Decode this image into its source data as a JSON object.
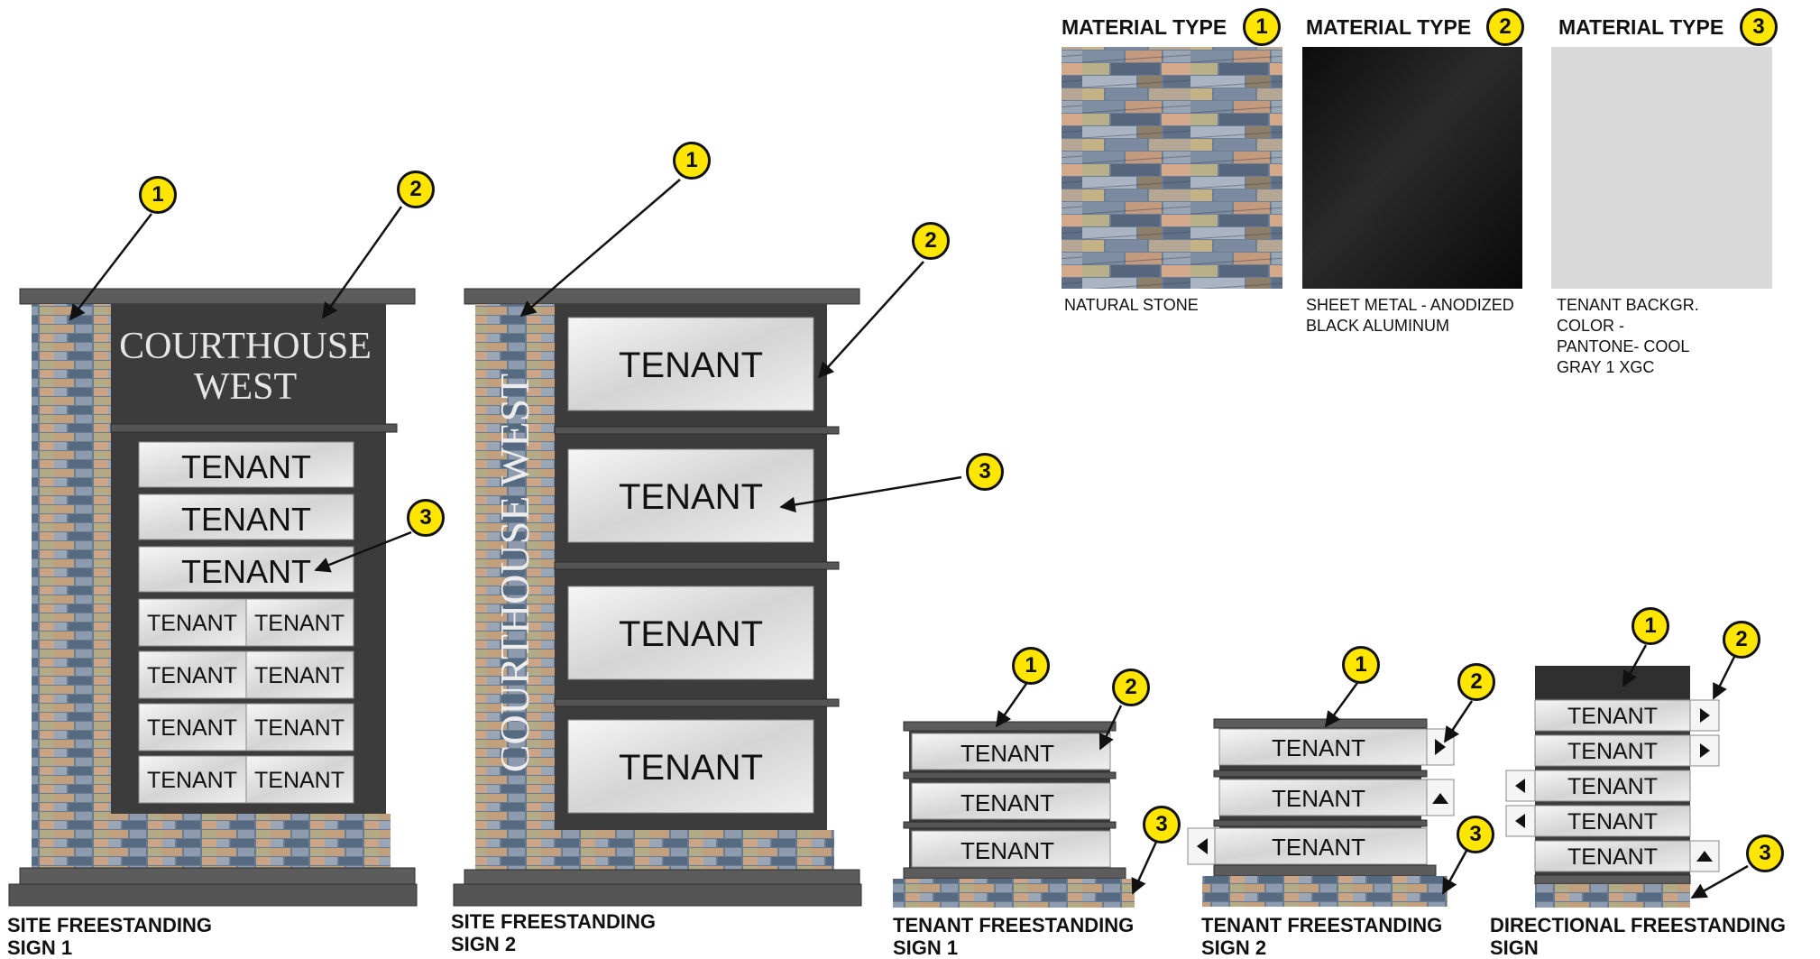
{
  "materials": [
    {
      "number": "1",
      "title": "MATERIAL TYPE",
      "description": [
        "NATURAL STONE"
      ]
    },
    {
      "number": "2",
      "title": "MATERIAL TYPE",
      "description": [
        "SHEET METAL - ANODIZED",
        "BLACK ALUMINUM"
      ]
    },
    {
      "number": "3",
      "title": "MATERIAL TYPE",
      "description": [
        "TENANT BACKGR.",
        "COLOR -",
        "PANTONE- COOL",
        "GRAY 1 XGC"
      ]
    }
  ],
  "signs": {
    "site1": {
      "label": [
        "SITE FREESTANDING",
        "SIGN 1"
      ],
      "name_line1": "COURTHOUSE",
      "name_line2": "WEST",
      "panel_text": "TENANT"
    },
    "site2": {
      "label": [
        "SITE FREESTANDING",
        "SIGN 2"
      ],
      "vertical_name": "COURTHOUSE WEST",
      "panel_text": "TENANT"
    },
    "tenant1": {
      "label": [
        "TENANT FREESTANDING",
        "SIGN 1"
      ],
      "panel_text": "TENANT"
    },
    "tenant2": {
      "label": [
        "TENANT FREESTANDING",
        "SIGN 2"
      ],
      "panel_text": "TENANT"
    },
    "directional": {
      "label": [
        "DIRECTIONAL FREESTANDING",
        "SIGN"
      ],
      "panel_text": "TENANT"
    }
  },
  "callout_numbers": [
    "1",
    "2",
    "3"
  ],
  "colors": {
    "callout_yellow": "#ffe600",
    "metal_dark": "#3a3a3a",
    "panel_gray": "#e0e0e0"
  }
}
